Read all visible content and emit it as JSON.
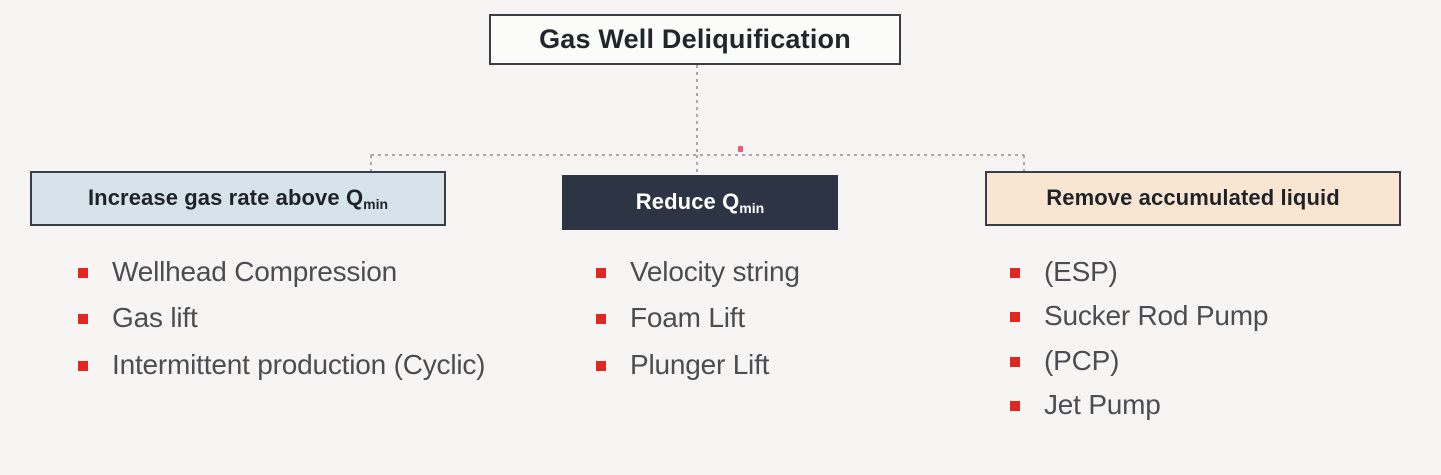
{
  "diagram": {
    "background_color": "#f6f5f4",
    "accent_color": "#e02720",
    "root": {
      "title": "Gas Well Deliquification",
      "fill_color": "#fbfbfa",
      "border_color": "#3a3f47"
    },
    "connector": {
      "style": "dashed",
      "color": "#a9a9ab"
    },
    "branches": [
      {
        "id": "increase-gas-rate",
        "header_main": "Increase gas rate above Q",
        "header_sub": "min",
        "fill_color": "#d6e3ea",
        "text_color": "#1f2327",
        "items": [
          "Wellhead Compression",
          "Gas lift",
          "Intermittent production (Cyclic)"
        ]
      },
      {
        "id": "reduce-qmin",
        "header_main": "Reduce Q",
        "header_sub": "min",
        "fill_color": "#2d3444",
        "text_color": "#ffffff",
        "items": [
          "Velocity string",
          "Foam Lift",
          "Plunger Lift"
        ]
      },
      {
        "id": "remove-accumulated-liquid",
        "header_main": "Remove accumulated liquid",
        "header_sub": "",
        "fill_color": "#f9e6d2",
        "text_color": "#1f2327",
        "items": [
          "(ESP)",
          "Sucker Rod Pump",
          "(PCP)",
          "Jet Pump"
        ]
      }
    ]
  }
}
